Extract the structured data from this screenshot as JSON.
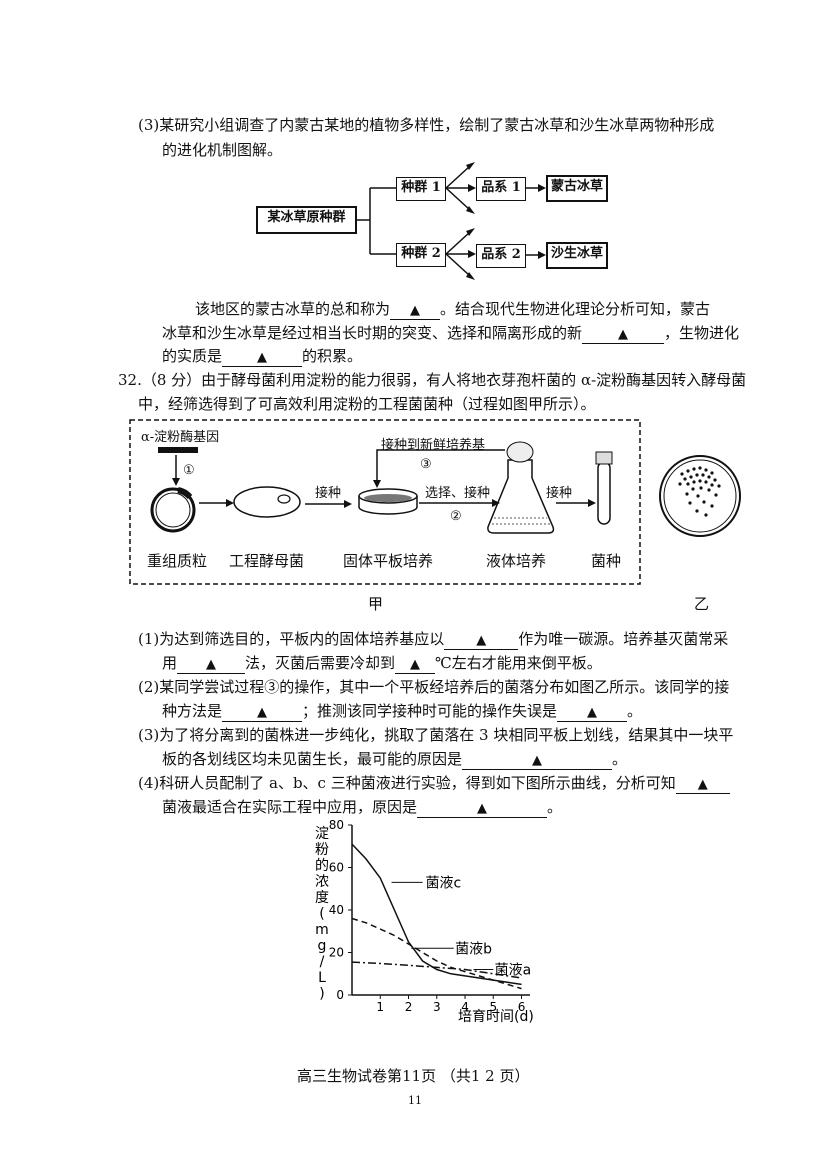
{
  "q31_3": {
    "intro_line1": "(3)某研究小组调查了内蒙古某地的植物多样性，绘制了蒙古冰草和沙生冰草两物种形成",
    "intro_line2": "的进化机制图解。",
    "diagram": {
      "origin": "某冰草原种群",
      "pop1": "种群 1",
      "pop2": "种群 2",
      "line1": "品系 1",
      "line2": "品系 2",
      "species1": "蒙古冰草",
      "species2": "沙生冰草"
    },
    "text_a": "该地区的蒙古冰草的总和称为",
    "text_b": "。结合现代生物进化理论分析可知，蒙古",
    "text_c": "冰草和沙生冰草是经过相当长时期的突变、选择和隔离形成的新",
    "text_d": "，生物进化",
    "text_e": "的实质是",
    "text_f": "的积累。"
  },
  "blank_mark": "▲",
  "q32": {
    "head": "32.（8 分）由于酵母菌利用淀粉的能力很弱，有人将地衣芽孢杆菌的 α-淀粉酶基因转入酵母菌",
    "head2": "中，经筛选得到了可高效利用淀粉的工程菌菌种（过程如图甲所示）。",
    "fig_jia": {
      "gene_label": "α-淀粉酶基因",
      "step1": "①",
      "step2": "②",
      "step3": "③",
      "step3_label": "接种到新鲜培养基",
      "inoculate1": "接种",
      "select_inoculate": "选择、接种",
      "inoculate2": "接种",
      "plasmid": "重组质粒",
      "yeast": "工程酵母菌",
      "solid": "固体平板培养",
      "liquid": "液体培养",
      "strain": "菌种",
      "caption": "甲"
    },
    "fig_yi_caption": "乙",
    "p1a": "(1)为达到筛选目的，平板内的固体培养基应以",
    "p1b": "作为唯一碳源。培养基灭菌常采",
    "p1c": "用",
    "p1d": "法，灭菌后需要冷却到",
    "p1e": "℃左右才能用来倒平板。",
    "p2a": "(2)某同学尝试过程③的操作，其中一个平板经培养后的菌落分布如图乙所示。该同学的接",
    "p2b": "种方法是",
    "p2c": "；推测该同学接种时可能的操作失误是",
    "p2d": "。",
    "p3a": "(3)为了将分离到的菌株进一步纯化，挑取了菌落在 3 块相同平板上划线，结果其中一块平",
    "p3b": "板的各划线区均未见菌生长，最可能的原因是",
    "p3c": "。",
    "p4a": "(4)科研人员配制了 a、b、c 三种菌液进行实验，得到如下图所示曲线，分析可知",
    "p4b": "菌液最适合在实际工程中应用，原因是",
    "p4c": "。"
  },
  "chart_data": {
    "type": "line",
    "ylabel": "淀粉的浓度(mg/L)",
    "xlabel": "培育时间(d)",
    "xticks": [
      "1",
      "2",
      "3",
      "4",
      "5",
      "6"
    ],
    "yticks": [
      "0",
      "20",
      "40",
      "60",
      "80"
    ],
    "xlim": [
      0,
      6.3
    ],
    "ylim": [
      0,
      80
    ],
    "series": [
      {
        "name": "菌液c",
        "style": "solid",
        "x": [
          0,
          0.5,
          1,
          1.5,
          2,
          2.5,
          3,
          3.5,
          4,
          4.5,
          5,
          5.5,
          6
        ],
        "y": [
          71,
          64,
          55,
          40,
          25,
          16,
          12,
          10,
          9,
          8,
          7,
          6,
          5
        ]
      },
      {
        "name": "菌液b",
        "style": "dashed",
        "x": [
          0,
          0.5,
          1,
          1.5,
          2,
          2.5,
          3,
          3.5,
          4,
          4.5,
          5,
          5.5,
          6
        ],
        "y": [
          36,
          34,
          31,
          28,
          24,
          20,
          16,
          13,
          11,
          9,
          7,
          5,
          3
        ]
      },
      {
        "name": "菌液a",
        "style": "dashdot",
        "x": [
          0,
          1,
          2,
          3,
          4,
          5,
          6
        ],
        "y": [
          15.5,
          14.8,
          14,
          13,
          12,
          10,
          8
        ]
      }
    ]
  },
  "footer": {
    "title": "高三生物试卷第11页  （共1 2 页）",
    "page_num": "11"
  }
}
